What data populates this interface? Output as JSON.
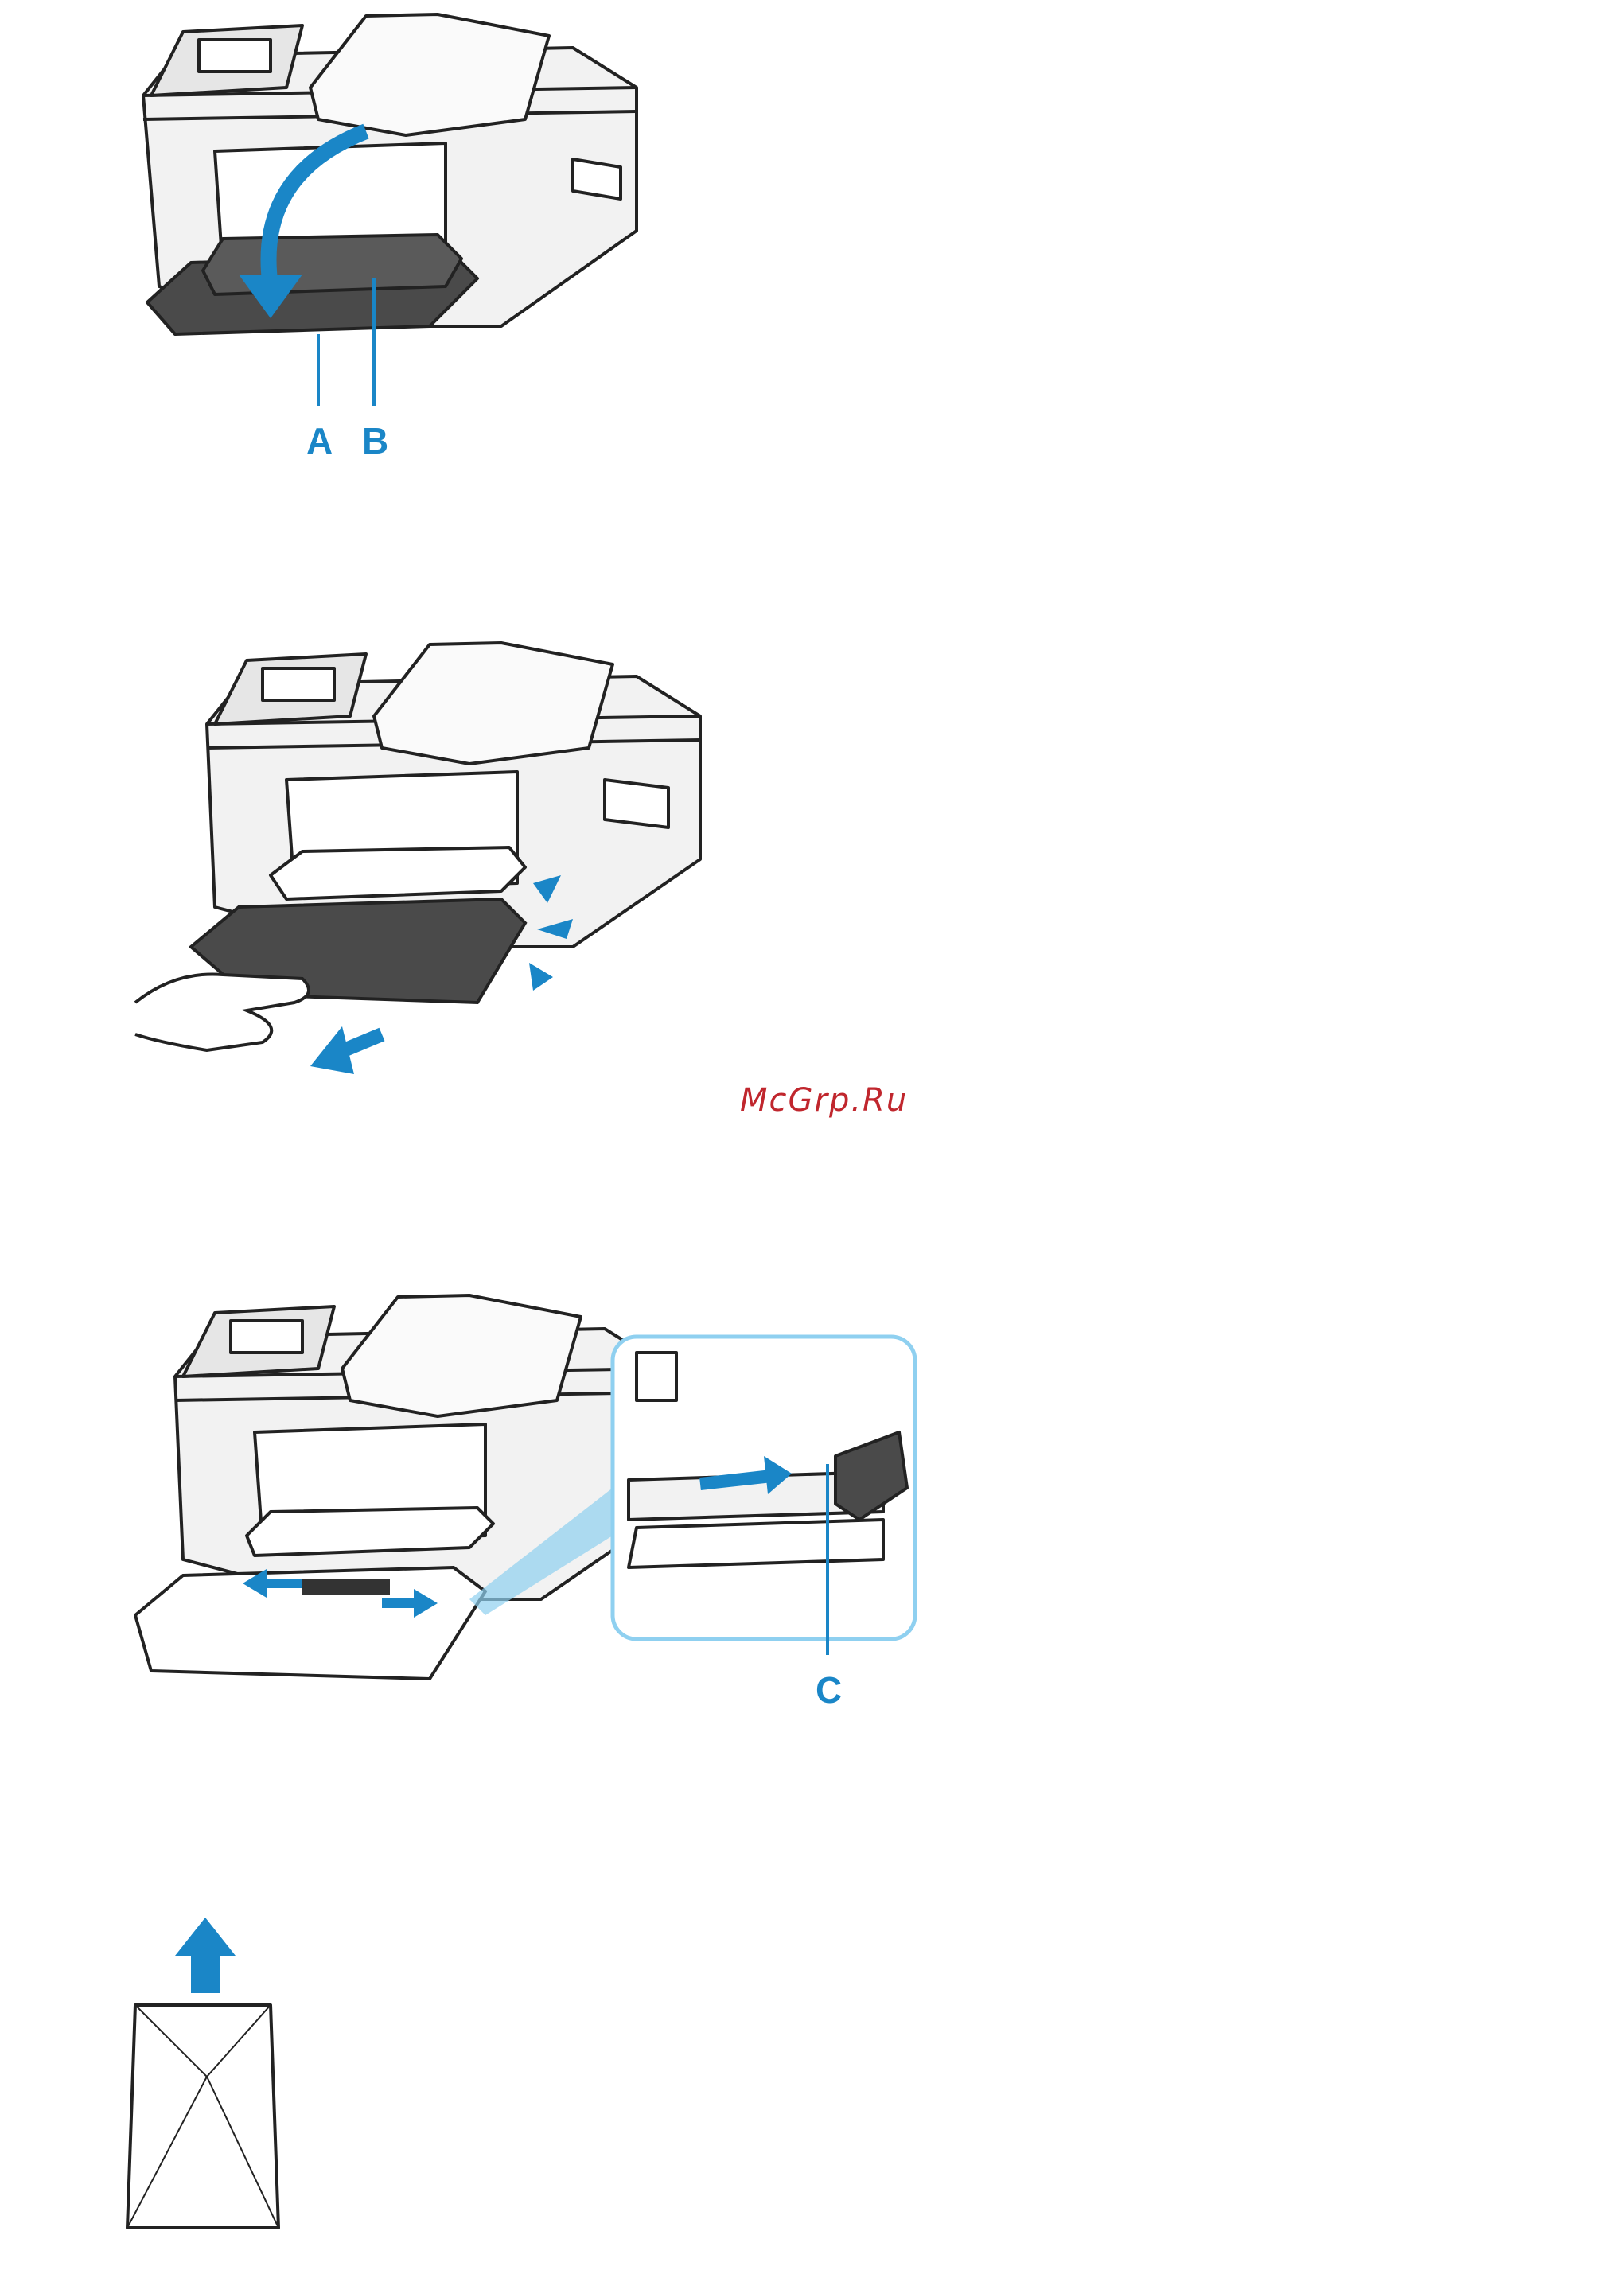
{
  "figures": [
    {
      "callouts": [
        "A",
        "B"
      ]
    },
    {
      "callouts": []
    },
    {
      "callouts": [
        "C"
      ]
    },
    {
      "callouts": []
    }
  ],
  "watermark": {
    "text": "McGrp.Ru",
    "color": "#c0262d"
  },
  "colors": {
    "accent": "#1a86c7",
    "zoom_frame": "#8fd0f0",
    "outline": "#222222",
    "tray": "#4a4a4a",
    "printer_body": "#f2f2f2"
  },
  "icons": [
    "arrow-down-curved-icon",
    "arrow-pull-icon",
    "arrow-left-right-icon",
    "arrow-up-icon"
  ]
}
